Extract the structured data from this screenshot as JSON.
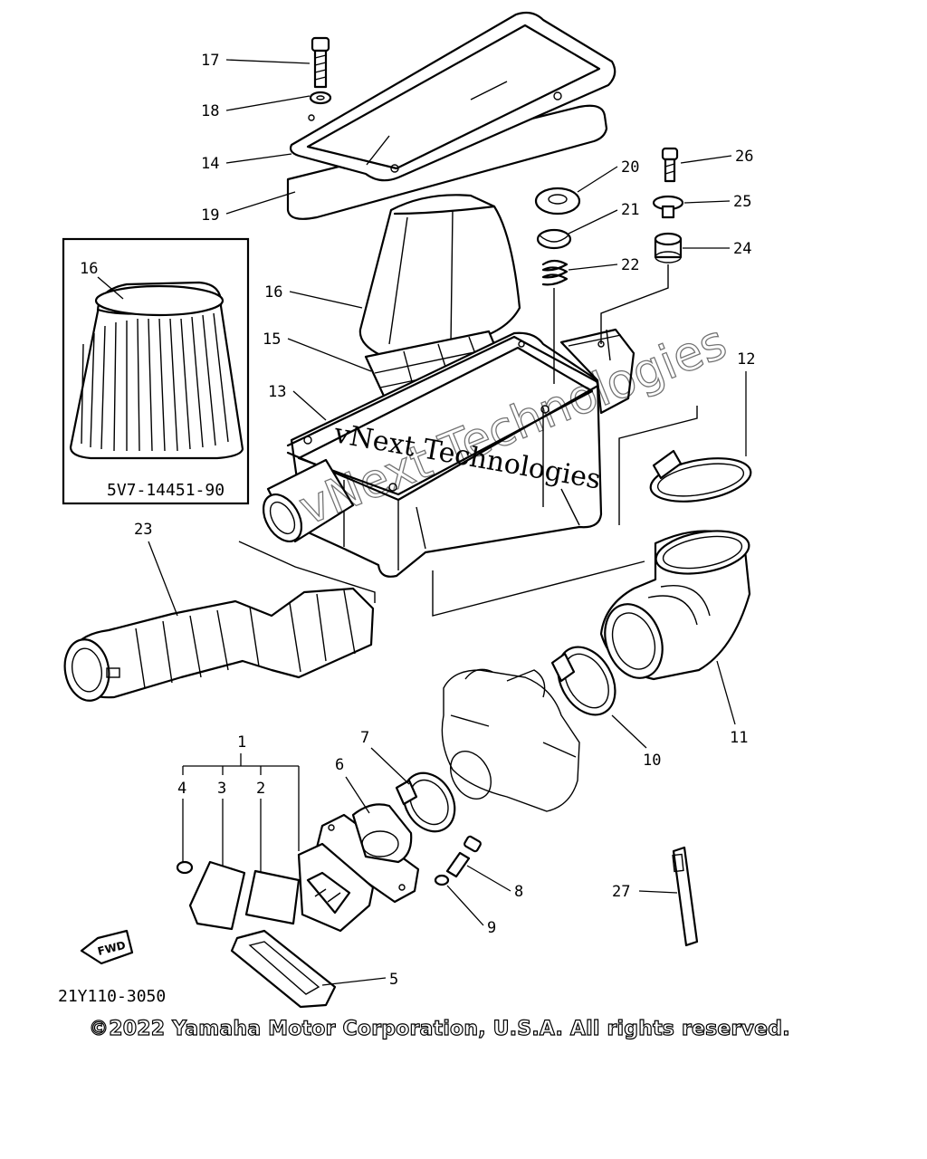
{
  "callouts": {
    "c1": "1",
    "c2": "2",
    "c3": "3",
    "c4": "4",
    "c5": "5",
    "c6": "6",
    "c7": "7",
    "c8": "8",
    "c9": "9",
    "c10": "10",
    "c11": "11",
    "c12": "12",
    "c13": "13",
    "c14": "14",
    "c15": "15",
    "c16": "16",
    "c16_inset": "16",
    "c17": "17",
    "c18": "18",
    "c19": "19",
    "c20": "20",
    "c21": "21",
    "c22": "22",
    "c23": "23",
    "c24": "24",
    "c25": "25",
    "c26": "26",
    "c27": "27"
  },
  "inset": {
    "part_number": "5V7-14451-90"
  },
  "fwd_label": "FWD",
  "diagram_code": "21Y110-3050",
  "watermark": {
    "line1": "vNext Technologies",
    "line2": "vNext Technologies"
  },
  "copyright": "©2022 Yamaha Motor Corporation, U.S.A. All rights reserved."
}
